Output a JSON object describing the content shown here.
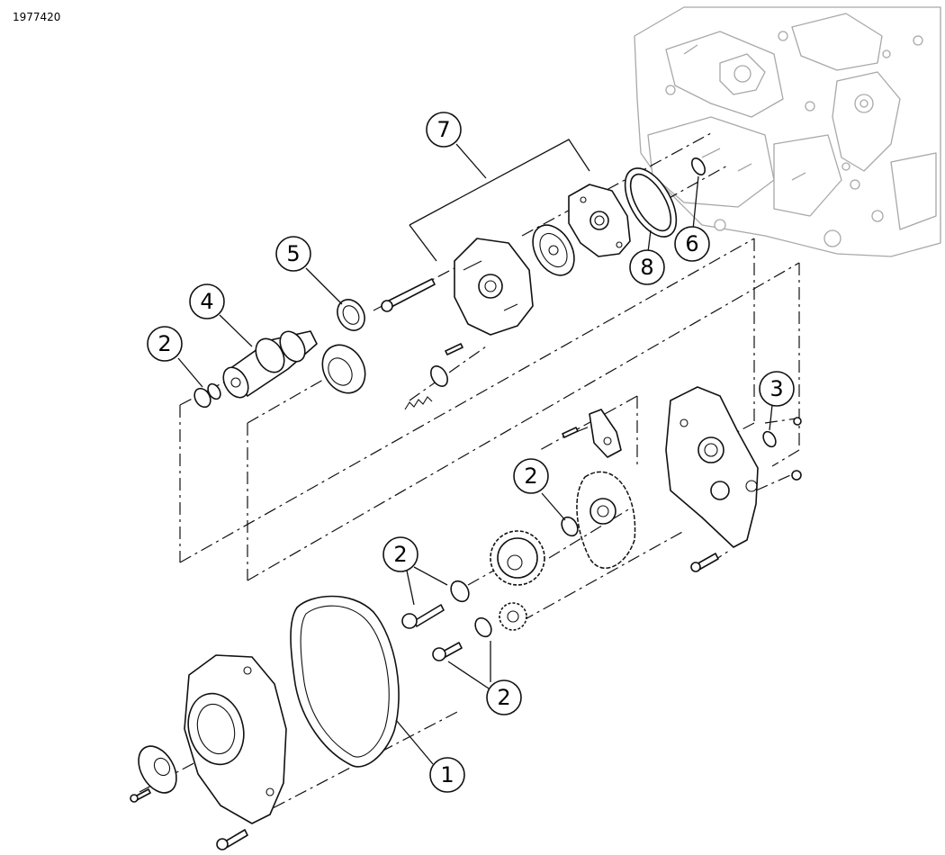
{
  "document_id": "1977420",
  "callouts": [
    {
      "label": "1"
    },
    {
      "label": "2"
    },
    {
      "label": "2"
    },
    {
      "label": "2"
    },
    {
      "label": "2"
    },
    {
      "label": "3"
    },
    {
      "label": "4"
    },
    {
      "label": "5"
    },
    {
      "label": "6"
    },
    {
      "label": "7"
    },
    {
      "label": "8"
    }
  ]
}
